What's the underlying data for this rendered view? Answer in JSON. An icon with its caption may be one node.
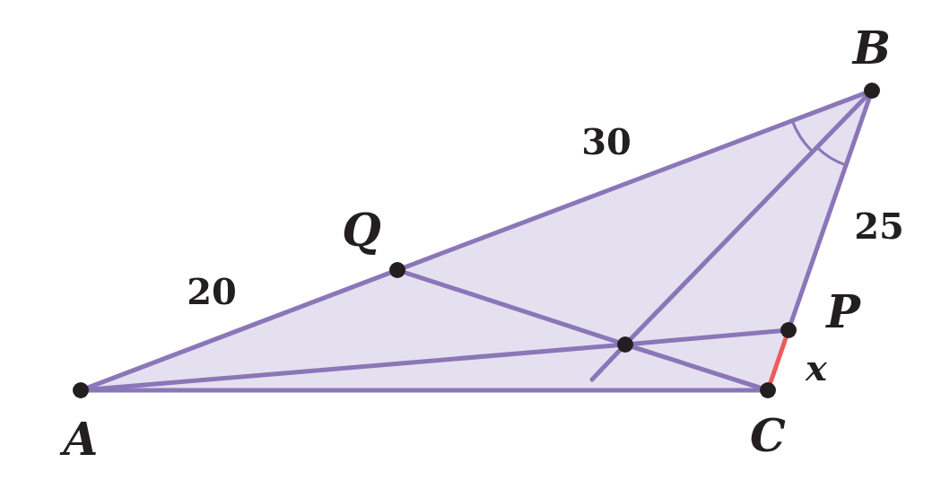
{
  "diagram": {
    "nodes": [
      {
        "text": [
          "A"
        ]
      },
      {
        "text": [
          "B"
        ]
      },
      {
        "text": [
          "C"
        ]
      },
      {
        "text": [
          "P"
        ]
      },
      {
        "text": [
          "Q"
        ]
      },
      {
        "text": [],
        "shape": "circle"
      }
    ],
    "edges": [
      {
        "from": 0,
        "to": 4,
        "arrow": "none"
      },
      {
        "from": 4,
        "to": 1,
        "arrow": "none"
      },
      {
        "from": 1,
        "to": 3,
        "arrow": "none"
      },
      {
        "from": 3,
        "to": 2,
        "arrow": "none",
        "color": "#ee5b5b"
      },
      {
        "from": 2,
        "to": 0,
        "arrow": "none"
      },
      {
        "from": 4,
        "to": 5,
        "arrow": "none"
      },
      {
        "from": 5,
        "to": 2,
        "arrow": "none"
      },
      {
        "from": 0,
        "to": 5,
        "arrow": "none"
      },
      {
        "from": 5,
        "to": 3,
        "arrow": "none"
      },
      {
        "from": 1,
        "to": 5,
        "arrow": "none"
      },
      {
        "from": 5,
        "to": null,
        "arrow": "none"
      }
    ],
    "labels": [
      "30",
      "20",
      "25",
      "x"
    ]
  }
}
